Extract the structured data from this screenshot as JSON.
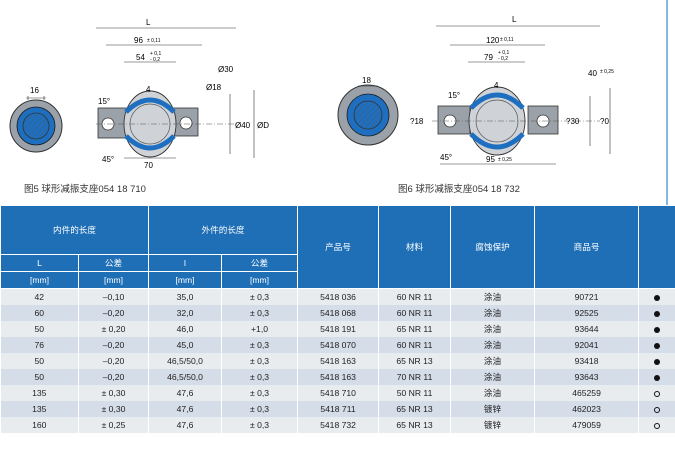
{
  "figures": {
    "fig5": {
      "caption": "图5 球形减振支座054 18 710",
      "dims": {
        "L": "L",
        "d96": "96",
        "d96_tol": "± 0,11",
        "d54": "54",
        "d54_tol_top": "+ 0,1",
        "d54_tol_bot": "- 0,2",
        "d4": "4",
        "d16": "16",
        "angle15": "15°",
        "angle45": "45°",
        "d70": "70",
        "phi30": "Ø30",
        "phi18": "Ø18",
        "phi40": "Ø40",
        "phiD": "ØD"
      }
    },
    "fig6": {
      "caption": "图6 球形减振支座054 18 732",
      "dims": {
        "L": "L",
        "d120": "120",
        "d120_tol": "± 0,11",
        "d79": "79",
        "d79_tol_top": "+ 0,1",
        "d79_tol_bot": "- 0,2",
        "d4": "4",
        "d18": "18",
        "angle15": "15°",
        "angle45": "45°",
        "d95": "95",
        "d95_tol": "± 0,25",
        "d40": "40",
        "d40_tol": "± 0,25",
        "q18": "?18",
        "q30": "?30",
        "q0": "?0"
      }
    }
  },
  "table": {
    "group_headers": {
      "inner": "内件的长度",
      "outer": "外件的长度"
    },
    "headers": {
      "product": "产品号",
      "material": "材料",
      "corrosion": "腐蚀保护",
      "item": "商品号"
    },
    "sub_headers": {
      "L": "L",
      "tol": "公差",
      "l": "l",
      "tol2": "公差"
    },
    "units": {
      "L": "[mm]",
      "tol": "[mm]",
      "l": "[mm]",
      "tol2": "[mm]"
    },
    "rows": [
      {
        "L": "42",
        "tol": "–0,10",
        "l": "35,0",
        "tol2": "± 0,3",
        "product": "5418 036",
        "material": "60 NR 11",
        "corrosion": "涂油",
        "item": "90721",
        "mark": "filled"
      },
      {
        "L": "60",
        "tol": "–0,20",
        "l": "32,0",
        "tol2": "± 0,3",
        "product": "5418 068",
        "material": "60 NR 11",
        "corrosion": "涂油",
        "item": "92525",
        "mark": "filled"
      },
      {
        "L": "50",
        "tol": "± 0,20",
        "l": "46,0",
        "tol2": "+1,0",
        "product": "5418 191",
        "material": "65 NR 11",
        "corrosion": "涂油",
        "item": "93644",
        "mark": "filled"
      },
      {
        "L": "76",
        "tol": "–0,20",
        "l": "45,0",
        "tol2": "± 0,3",
        "product": "5418 070",
        "material": "60 NR 11",
        "corrosion": "涂油",
        "item": "92041",
        "mark": "filled"
      },
      {
        "L": "50",
        "tol": "–0,20",
        "l": "46,5/50,0",
        "tol2": "± 0,3",
        "product": "5418 163",
        "material": "65 NR 13",
        "corrosion": "涂油",
        "item": "93418",
        "mark": "filled"
      },
      {
        "L": "50",
        "tol": "–0,20",
        "l": "46,5/50,0",
        "tol2": "± 0,3",
        "product": "5418 163",
        "material": "70 NR 11",
        "corrosion": "涂油",
        "item": "93643",
        "mark": "filled"
      },
      {
        "L": "135",
        "tol": "± 0,30",
        "l": "47,6",
        "tol2": "± 0,3",
        "product": "5418 710",
        "material": "50 NR 11",
        "corrosion": "涂油",
        "item": "465259",
        "mark": "hollow"
      },
      {
        "L": "135",
        "tol": "± 0,30",
        "l": "47,6",
        "tol2": "± 0,3",
        "product": "5418 711",
        "material": "65 NR 13",
        "corrosion": "镀锌",
        "item": "462023",
        "mark": "hollow"
      },
      {
        "L": "160",
        "tol": "± 0,25",
        "l": "47,6",
        "tol2": "± 0,3",
        "product": "5418 732",
        "material": "65 NR 13",
        "corrosion": "镀锌",
        "item": "479059",
        "mark": "hollow"
      }
    ]
  },
  "colors": {
    "header_blue": "#1f6fb6",
    "ring_blue": "#1e6fc0",
    "metal_gray": "#a7adb3",
    "row_light": "#e9ecef",
    "row_blue": "#d5dde8"
  }
}
